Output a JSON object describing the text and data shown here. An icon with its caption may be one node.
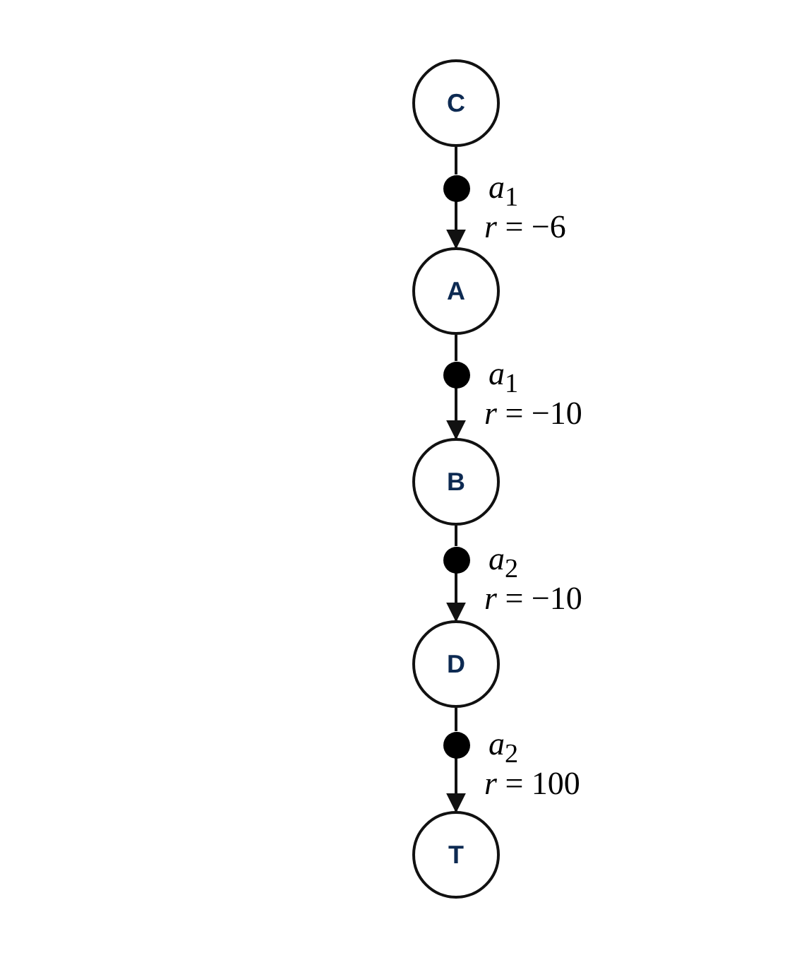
{
  "diagram": {
    "nodes": [
      {
        "text": [
          "C"
        ]
      },
      {
        "text": [],
        "shape": "circle",
        "beside": [
          "*a*$_{1}$",
          "*r* = −6"
        ]
      },
      {
        "text": [
          "A"
        ]
      },
      {
        "text": [],
        "shape": "circle",
        "beside": [
          "*a*$_{1}$",
          "*r* = −10"
        ]
      },
      {
        "text": [
          "B"
        ]
      },
      {
        "text": [],
        "shape": "circle",
        "beside": [
          "*a*$_{2}$",
          "*r* = −10"
        ]
      },
      {
        "text": [
          "D"
        ]
      },
      {
        "text": [],
        "shape": "circle",
        "beside": [
          "*a*$_{2}$",
          "*r* = 100"
        ]
      },
      {
        "text": [
          "T"
        ]
      }
    ],
    "edges": [
      {
        "from": 0,
        "to": 1,
        "arrow": "none"
      },
      {
        "from": 1,
        "to": 2,
        "arrow": "to"
      },
      {
        "from": 2,
        "to": 3,
        "arrow": "none"
      },
      {
        "from": 3,
        "to": 4,
        "arrow": "to"
      },
      {
        "from": 4,
        "to": 5,
        "arrow": "none"
      },
      {
        "from": 5,
        "to": 6,
        "arrow": "to"
      },
      {
        "from": 6,
        "to": 7,
        "arrow": "none"
      },
      {
        "from": 7,
        "to": 8,
        "arrow": "to"
      }
    ]
  }
}
